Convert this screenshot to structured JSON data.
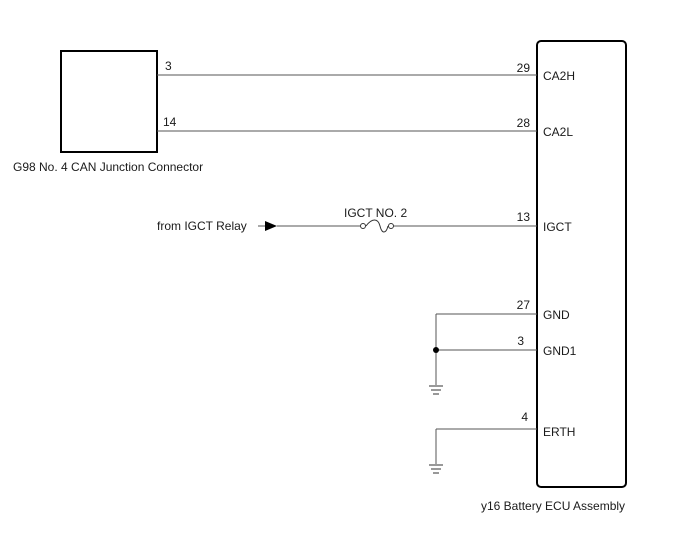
{
  "connector": {
    "label": "G98 No. 4 CAN Junction Connector",
    "pins": [
      "3",
      "14"
    ]
  },
  "ecu": {
    "label": "y16  Battery ECU Assembly",
    "terminals": [
      {
        "pin": "29",
        "name": "CA2H"
      },
      {
        "pin": "28",
        "name": "CA2L"
      },
      {
        "pin": "13",
        "name": "IGCT"
      },
      {
        "pin": "27",
        "name": "GND"
      },
      {
        "pin": "3",
        "name": "GND1"
      },
      {
        "pin": "4",
        "name": "ERTH"
      }
    ]
  },
  "source": {
    "label": "from IGCT Relay",
    "fuse": "IGCT NO. 2"
  }
}
